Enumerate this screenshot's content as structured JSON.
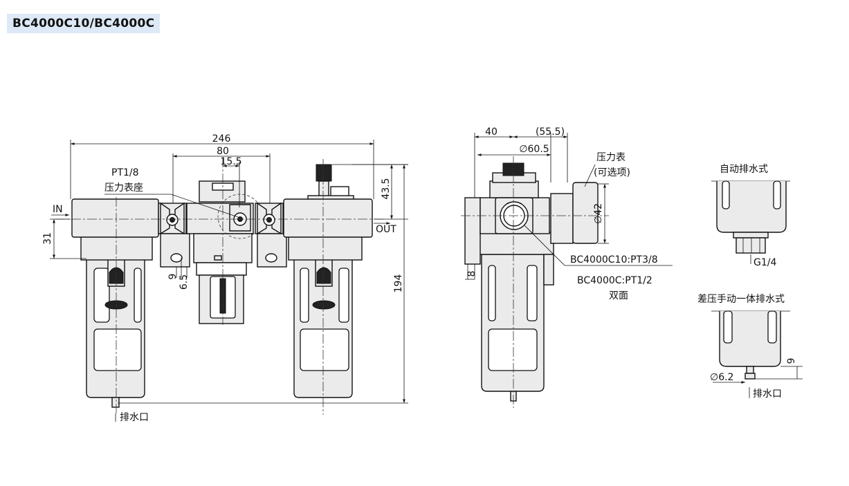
{
  "title": "BC4000C10/BC4000C",
  "front_view": {
    "dims": {
      "total_width": "246",
      "mid_width": "80",
      "gauge_width": "15.5",
      "knob_height": "43.5",
      "port_height": "31",
      "total_height": "194",
      "bracket_9": "9",
      "bracket_6_5": "6.5"
    },
    "port_in": "IN",
    "port_out": "OUT",
    "gauge_port_label": "PT1/8",
    "gauge_port_name": "压力表座",
    "drain_label": "排水口"
  },
  "side_view": {
    "dims": {
      "depth_40": "40",
      "depth_55_5": "(55.5)",
      "dia_60_5": "∅60.5",
      "dia_42": "∅42",
      "bottom_8": "8"
    },
    "gauge_label": "压力表",
    "gauge_option": "(可选项)",
    "port_c10": "BC4000C10:PT3/8",
    "port_c": "BC4000C:PT1/2",
    "both_sides": "双面"
  },
  "auto_drain": {
    "title": "自动排水式",
    "thread": "G1/4"
  },
  "diff_drain": {
    "title": "差压手动一体排水式",
    "dim_9": "9",
    "dia": "∅6.2",
    "drain_label": "排水口"
  }
}
